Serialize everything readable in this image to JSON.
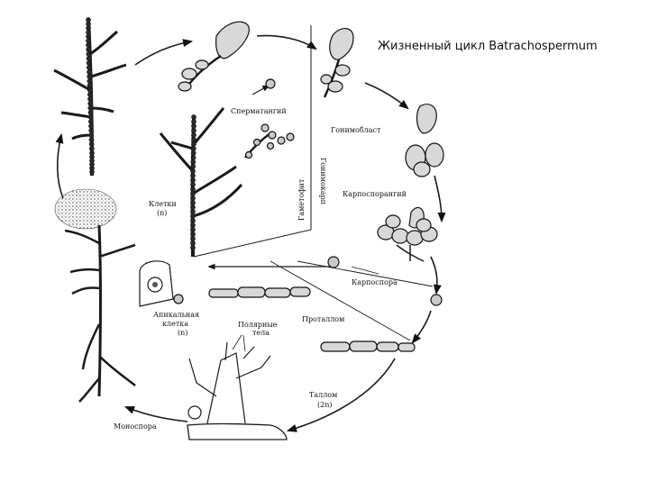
{
  "title": "Жизненный цикл Batrachospermum",
  "labels": {
    "spermatangium": "Сперматангий",
    "gonimoblast": "Гонимобласт",
    "carposporangium": "Карпоспорангий",
    "carpospore": "Карпоспора",
    "protallus": "Проталлом",
    "thallus": "Таллом",
    "thallus_ploidy": "(2n)",
    "polar_bodies_1": "Полярные",
    "polar_bodies_2": "тела",
    "apical_cells_1": "Апикальная",
    "apical_cells_2": "клетка",
    "apical_ploidy": "(n)",
    "cells_1": "Клетки",
    "cells_ploidy": "(n)",
    "monospore": "Моноспора",
    "gametophyte": "Гаметофит",
    "gonimocarp": "Гонимокарп"
  }
}
